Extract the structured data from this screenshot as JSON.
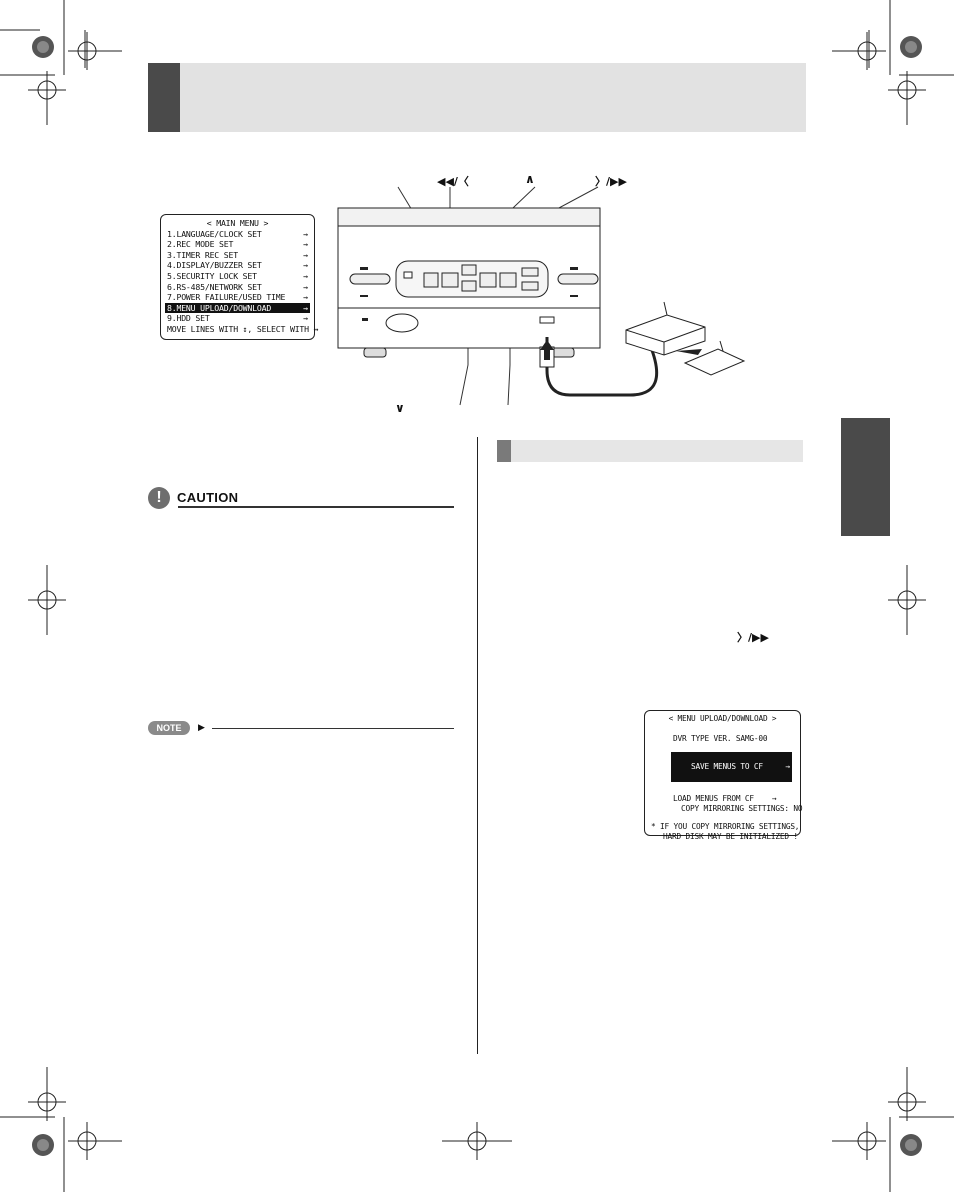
{
  "header": {
    "title": ""
  },
  "diagram_labels": {
    "rew_label": "◀◀/〈",
    "up_label": "∧",
    "ff_label": "〉/▶▶",
    "down_label": "∨"
  },
  "main_menu": {
    "title": "< MAIN MENU >",
    "items": [
      {
        "label": "1.LANGUAGE/CLOCK SET",
        "arrow": "→"
      },
      {
        "label": "2.REC MODE SET",
        "arrow": "→"
      },
      {
        "label": "3.TIMER REC SET",
        "arrow": "→"
      },
      {
        "label": "4.DISPLAY/BUZZER SET",
        "arrow": "→"
      },
      {
        "label": "5.SECURITY LOCK SET",
        "arrow": "→"
      },
      {
        "label": "6.RS-485/NETWORK SET",
        "arrow": "→"
      },
      {
        "label": "7.POWER FAILURE/USED TIME",
        "arrow": "→"
      },
      {
        "label": "8.MENU UPLOAD/DOWNLOAD",
        "arrow": "→"
      },
      {
        "label": "9.HDD SET",
        "arrow": "→"
      }
    ],
    "footer": "MOVE LINES WITH ↕, SELECT WITH ↔"
  },
  "upload_menu": {
    "title": "< MENU UPLOAD/DOWNLOAD >",
    "dvr_type": "DVR TYPE VER. SAMG-00",
    "save": "SAVE MENUS TO CF     →",
    "load": "LOAD MENUS FROM CF    →",
    "copy": "COPY MIRRORING SETTINGS: NO",
    "warn1": "* IF YOU COPY MIRRORING SETTINGS,",
    "warn2": "HARD DISK MAY BE INITIALIZED !"
  },
  "caution": {
    "label": "CAUTION"
  },
  "note": {
    "label": "NOTE"
  },
  "inline_symbol": "〉/▶▶"
}
